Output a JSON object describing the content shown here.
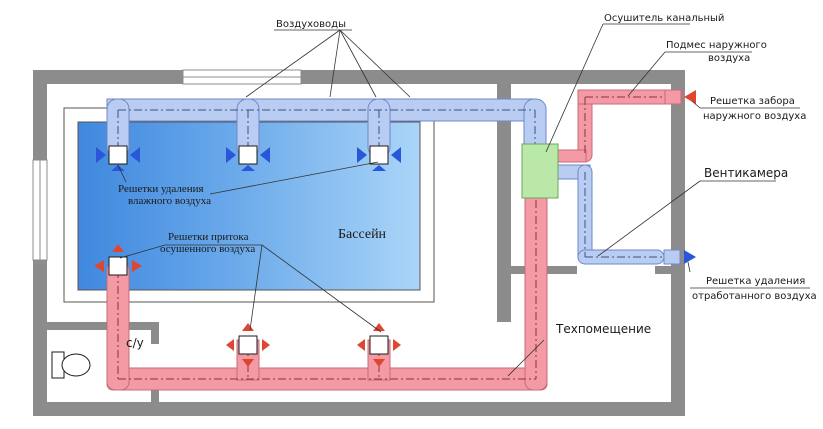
{
  "labels": {
    "ducts": "Воздуховоды",
    "dryer": "Осушитель канальный",
    "outdoor_feed_1": "Подмес наружного",
    "outdoor_feed_2": "воздуха",
    "intake_grille_1": "Решетка забора",
    "intake_grille_2": "наружного воздуха",
    "vent_chamber": "Вентикамера",
    "exhaust_grille_1": "Решетка удаления",
    "exhaust_grille_2": "отработанного воздуха",
    "removal_grilles_1": "Решетки удаления",
    "removal_grilles_2": "влажного воздуха",
    "supply_grilles_1": "Решетки притока",
    "supply_grilles_2": "осушенного воздуха",
    "pool": "Бассейн",
    "wc": "с/у",
    "tech_room": "Техпомещение"
  },
  "colors": {
    "wall": "#8c8c8c",
    "pool_light": "#a9d4f8",
    "pool_dark": "#3f88de",
    "duct_blue": "#b9cdf3",
    "duct_red": "#f39aa4",
    "dryer": "#b9e8a8",
    "grille_blue": "#2a56d9",
    "grille_red": "#e0452f"
  }
}
